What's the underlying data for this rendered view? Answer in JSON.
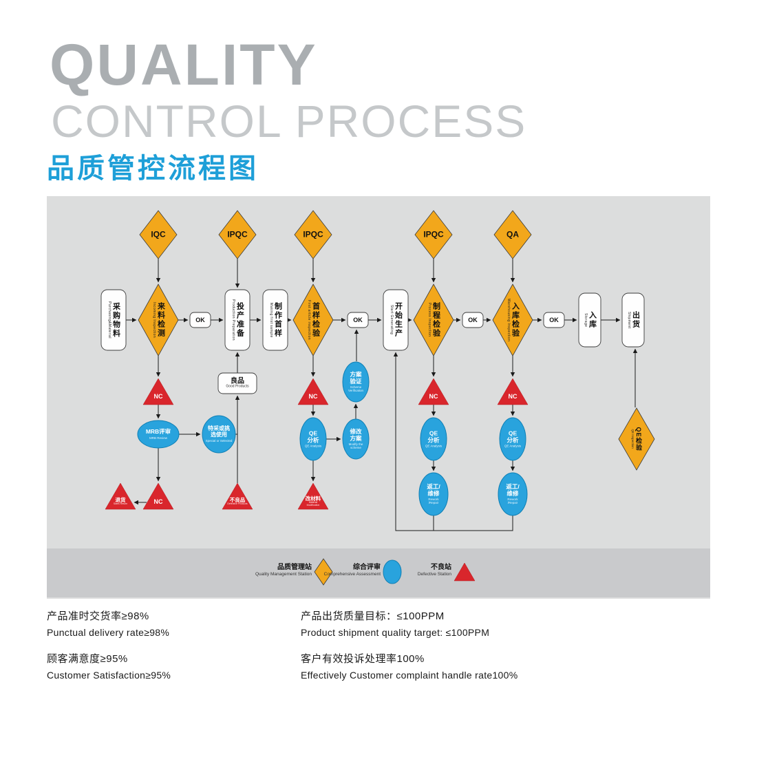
{
  "header": {
    "title_en_1": "QUALITY",
    "title_en_2": "CONTROL PROCESS",
    "title_zh": "品质管控流程图"
  },
  "labels": {
    "iqc": "IQC",
    "ipqc": "IPQC",
    "qa": "QA",
    "ok": "OK",
    "nc": "NC"
  },
  "nodes": {
    "purchasing": {
      "zh": "采购物料",
      "en": "Purchasing&Material"
    },
    "incoming_inspection": {
      "zh": "来料检测",
      "en": "Incoming Inspection"
    },
    "production_preparation": {
      "zh": "投产准备",
      "en": "Production Preparation"
    },
    "making_first_sample": {
      "zh": "制作首样",
      "en": "Making first sample"
    },
    "first_article_inspection": {
      "zh": "首样检验",
      "en": "First article inspection"
    },
    "start_production": {
      "zh": "开始生产",
      "en": "Start Generating"
    },
    "process_inspection": {
      "zh": "制程检验",
      "en": "Process Inspection"
    },
    "warehousing_inspection": {
      "zh": "入库检验",
      "en": "Warehousing Inspection"
    },
    "storage": {
      "zh": "入库",
      "en": "Storage"
    },
    "shipment": {
      "zh": "出货",
      "en": "Shipment"
    },
    "good_products": {
      "zh": "良品",
      "en": "Good Products"
    },
    "mrb_review": {
      "zh": "MRB评审",
      "en": "MRB Review"
    },
    "special_or_selected": {
      "zh": "特采或挑选使用",
      "en": "Special or Selected"
    },
    "scheme_verification": {
      "zh": "方案验证",
      "en": "Scheme Verification"
    },
    "qe_analysis": {
      "zh": "QE分析",
      "en": "QE Analysis"
    },
    "modify_scheme": {
      "zh": "修改方案",
      "en": "Modify the scheme"
    },
    "rework_repair": {
      "zh": "返工/维修",
      "en": "Rework /Repair"
    },
    "qe_inspection": {
      "zh": "QE检验",
      "en": "QE Inspection"
    },
    "sales_return": {
      "zh": "退货",
      "en": "Sales Return"
    },
    "defective_products": {
      "zh": "不良品",
      "en": "Defective Products"
    },
    "material_modification": {
      "zh": "改材料",
      "en": "Material Modification"
    }
  },
  "legend": {
    "quality_management_station": {
      "zh": "品质管理站",
      "en": "Quality Management Station"
    },
    "comprehensive_assessment": {
      "zh": "综合评审",
      "en": "Comprehensive Assessment"
    },
    "defective_station": {
      "zh": "不良站",
      "en": "Defective Station"
    }
  },
  "stats": {
    "punctual_delivery": {
      "zh": "产品准时交货率≥98%",
      "en": "Punctual delivery rate≥98%"
    },
    "customer_satisfaction": {
      "zh": "顾客满意度≥95%",
      "en": "Customer Satisfaction≥95%"
    },
    "shipment_quality": {
      "zh": "产品出货质量目标：≤100PPM",
      "en": "Product shipment quality target: ≤100PPM"
    },
    "complaint_handle": {
      "zh": "客户有效投诉处理率100%",
      "en": "Effectively Customer complaint handle rate100%"
    }
  },
  "colors": {
    "station_yellow": "#F2A71B",
    "assessment_blue": "#29A3DD",
    "defective_red": "#D9262C",
    "title_blue": "#1E9FD8",
    "chart_background": "#DCDDDD",
    "legend_band": "#C9CACC"
  }
}
